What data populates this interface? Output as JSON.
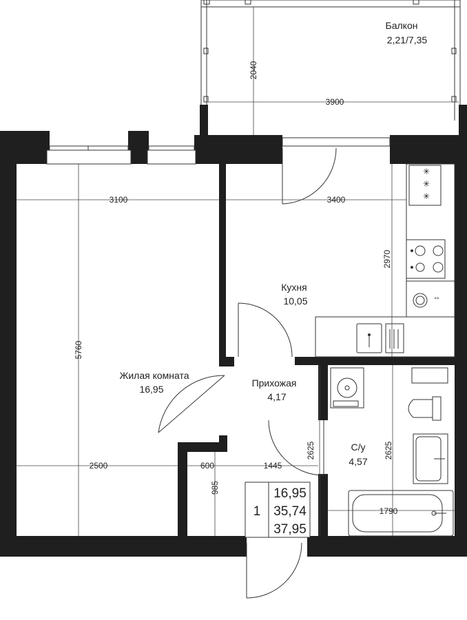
{
  "rooms": {
    "balcony": {
      "name": "Балкон",
      "area": "2,21/7,35"
    },
    "kitchen": {
      "name": "Кухня",
      "area": "10,05"
    },
    "living": {
      "name": "Жилая комната",
      "area": "16,95"
    },
    "hall": {
      "name": "Прихожая",
      "area": "4,17"
    },
    "bath": {
      "name": "С/у",
      "area": "4,57"
    }
  },
  "dimensions": {
    "balcony_depth": "2040",
    "balcony_width": "3900",
    "living_width": "3100",
    "kitchen_width": "3400",
    "kitchen_depth": "2970",
    "living_depth": "5760",
    "living_lower_width": "2500",
    "niche_width": "600",
    "hall_width": "1445",
    "niche_depth": "985",
    "hall_depth": "2625",
    "bath_depth": "2625",
    "bathtub_length": "1790"
  },
  "summary": {
    "rooms_count": "1",
    "living_area": "16,95",
    "total_area": "35,74",
    "total_area_with_balcony": "37,95"
  }
}
